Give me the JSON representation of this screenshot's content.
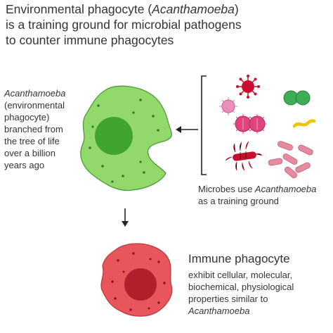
{
  "title": {
    "line1_prefix": "Environmental phagocyte (",
    "line1_italic": "Acanthamoeba",
    "line1_suffix": ")",
    "line2": "is a training ground for microbial pathogens",
    "line3": "to counter immune phagocytes"
  },
  "left_caption": {
    "italic": "Acanthamoeba",
    "lines": [
      "(environmental",
      "phagocyte)",
      "branched from",
      "the tree of life",
      "over a billion",
      "years ago"
    ]
  },
  "microbe_caption": {
    "prefix": "Microbes use ",
    "italic": "Acanthamoeba",
    "line2": "as a training ground"
  },
  "immune": {
    "title": "Immune phagocyte",
    "lines": [
      "exhibit cellular, molecular,",
      "biochemical, physiological",
      "properties similar to"
    ],
    "italic": "Acanthamoeba"
  },
  "colors": {
    "amoeba_fill": "#92d86a",
    "amoeba_nucleus": "#3fa52e",
    "immune_fill": "#e8565c",
    "immune_nucleus": "#b31e2b",
    "virus": "#c8102e",
    "coccus_pink": "#e0447f",
    "diplococcus_green": "#3dae55",
    "spirillum_yellow": "#f2c200",
    "rod_pink": "#e68aa0"
  },
  "icons": {
    "amoeba": "amoeba-cell-icon",
    "immune": "immune-phagocyte-icon",
    "virus": "virus-icon",
    "bracket": "bracket-icon"
  }
}
